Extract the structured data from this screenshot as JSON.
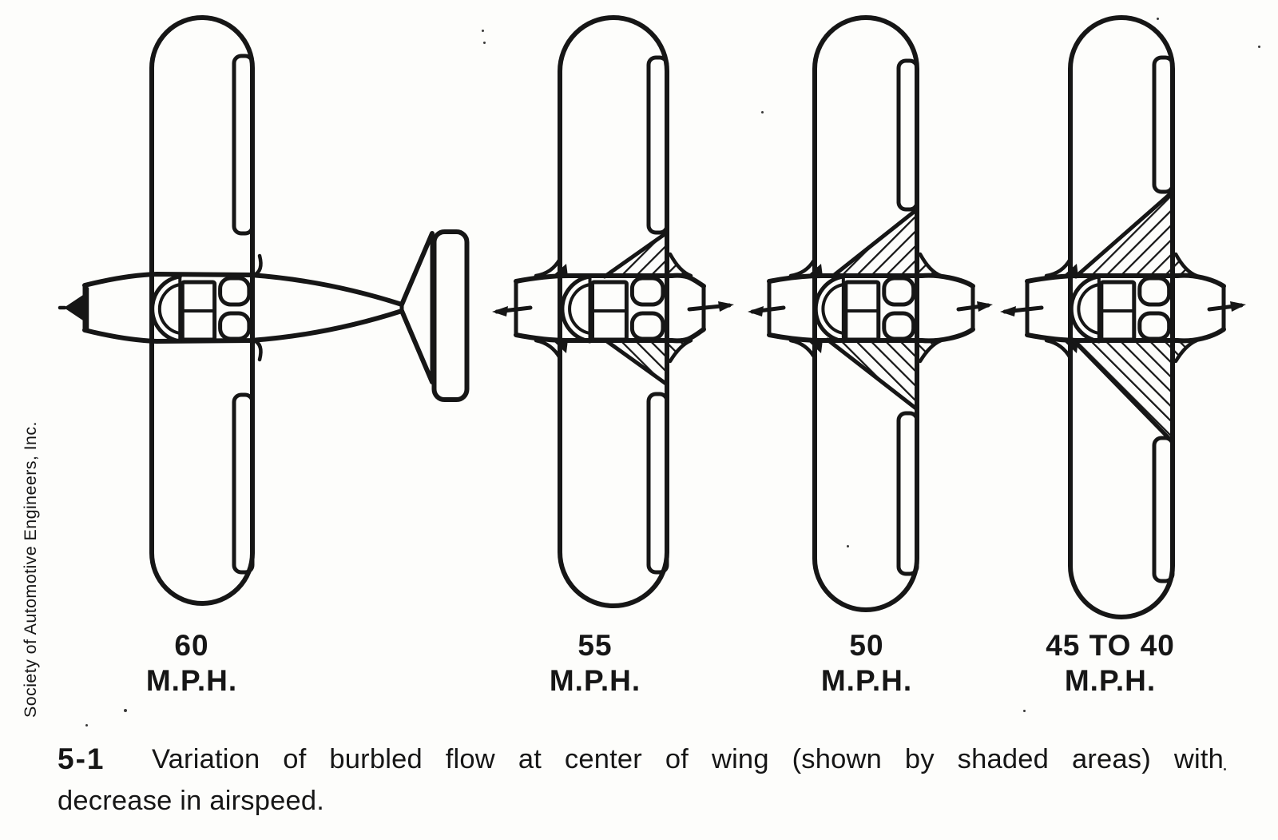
{
  "figure": {
    "credit": "Society of Automotive Engineers, Inc.",
    "caption_number": "5-1",
    "caption_lines": [
      "Variation of burbled flow at center of wing (shown by shaded areas) with",
      "decrease in airspeed."
    ],
    "planes": [
      {
        "speed": "60",
        "unit": "M.P.H.",
        "burbled_area": "none"
      },
      {
        "speed": "55",
        "unit": "M.P.H.",
        "burbled_area": "small shaded wedge at wing root trailing edge"
      },
      {
        "speed": "50",
        "unit": "M.P.H.",
        "burbled_area": "medium shaded wedge spreading outboard from wing root"
      },
      {
        "speed": "45 TO 40",
        "unit": "M.P.H.",
        "burbled_area": "large shaded area covering inboard wing"
      }
    ],
    "colors": {
      "ink": "#161616",
      "background": "#fdfdfb"
    }
  }
}
